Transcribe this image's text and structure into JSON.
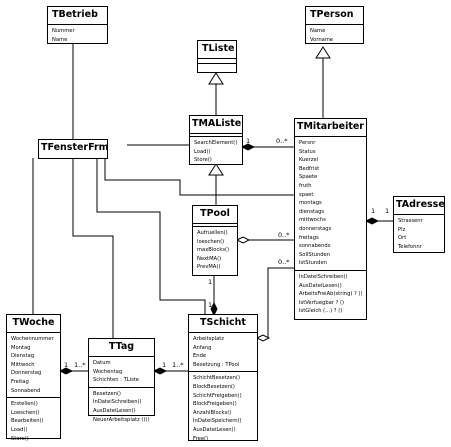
{
  "classes": {
    "tbetrieb": {
      "name": "TBetrieb",
      "attrs": [
        "Nummer",
        "Name"
      ],
      "methods": []
    },
    "tperson": {
      "name": "TPerson",
      "attrs": [
        "Name",
        "Vorname"
      ],
      "methods": []
    },
    "tliste": {
      "name": "TListe",
      "attrs": [],
      "methods": []
    },
    "tmaliste": {
      "name": "TMAListe",
      "attrs": [],
      "methods": [
        "SearchElement()",
        "Load()",
        "Store()"
      ]
    },
    "tfensterfrm": {
      "name": "TFensterFrm",
      "attrs": [],
      "methods": []
    },
    "tmitarbeiter": {
      "name": "TMitarbeiter",
      "attrs": [
        "Persnr",
        "Status",
        "Kuerzel",
        "Bedfrist",
        "Spaete",
        "fruth",
        "spaet",
        "montags",
        "dienstags",
        "mittwochs",
        "donnerstags",
        "freitags",
        "sonnabends",
        "SollStunden",
        "IstStunden"
      ],
      "methods": [
        "InDateiSchreiben()",
        "AusDateiLesen()",
        "ArbeitsFreiAb(string) ? ()",
        "IstVerfuegbar ? ()",
        "IstGleich (...) ? ()"
      ]
    },
    "tadresse": {
      "name": "TAdresse",
      "attrs": [
        "Strassenr",
        "Plz",
        "Ort",
        "Telefonnr"
      ],
      "methods": []
    },
    "tpool": {
      "name": "TPool",
      "attrs": [],
      "methods": [
        "Aufruellen()",
        "loeschen()",
        "maxBlocks()",
        "NextMA()",
        "PrevMA()"
      ]
    },
    "twoche": {
      "name": "TWoche",
      "attrs": [
        "Wochennummer",
        "Montag",
        "Dienstag",
        "Mittwoch",
        "Donnerstag",
        "Freitag",
        "Sonnabend"
      ],
      "methods": [
        "Erstellen()",
        "Loeschen()",
        "Bearbeiten()",
        "Load()",
        "Store()"
      ]
    },
    "ttag": {
      "name": "TTag",
      "attrs": [
        "Datum",
        "Wochentag",
        "Schichten : TListe"
      ],
      "methods": [
        "Besetzen()",
        "InDateiSchreiben()",
        "AusDateiLesen()",
        "NeuerArbeitsplatz ()()"
      ]
    },
    "tschicht": {
      "name": "TSchicht",
      "attrs": [
        "Arbeitsplatz",
        "Anfang",
        "Ende",
        "Besetzung : TPool"
      ],
      "methods": [
        "SchichtBesetzen()",
        "BlockBesetzen()",
        "SchichtFreigeben()",
        "BlockFreigeben()",
        "AnzahlBlocks()",
        "InDateiSpeichern()",
        "AusDateiLesen()",
        "Free()"
      ]
    }
  },
  "multiplicities": {
    "maliste_1": "1",
    "maliste_many": "0..*",
    "pool_many": "0..*",
    "schicht_many": "0..*",
    "adresse_left": "1",
    "adresse_right": "1",
    "pool_1": "1",
    "schicht_1": "1",
    "woche_1": "1",
    "woche_many": "1..*",
    "tag_1": "1",
    "tag_many": "1..*"
  }
}
